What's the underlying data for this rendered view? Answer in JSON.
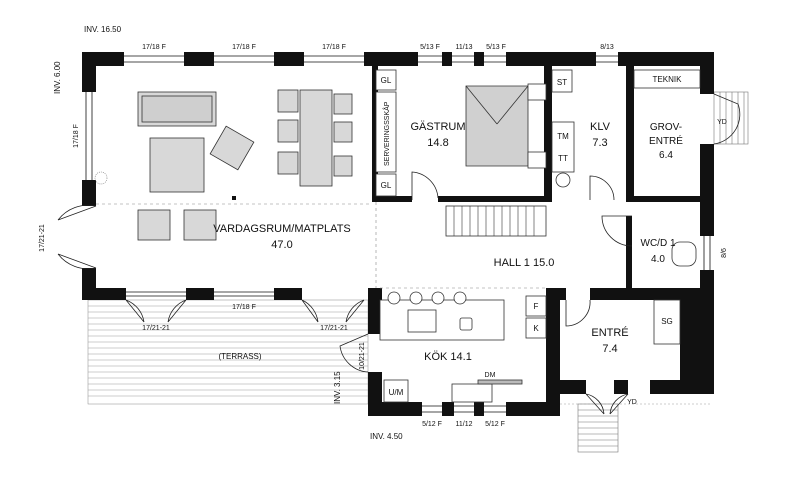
{
  "drawing": {
    "levels": {
      "top": "INV. 16.50",
      "left": "INV. 6.00",
      "bottom": "INV. 4.50",
      "terrace": "INV. 3.15"
    },
    "rooms": {
      "living": {
        "name": "VARDAGSRUM/MATPLATS",
        "area": "47.0"
      },
      "guest": {
        "name": "GÄSTRUM",
        "area": "14.8"
      },
      "closet": {
        "name": "KLV",
        "area": "7.3"
      },
      "utility": {
        "name": "GROV-",
        "name2": "ENTRÉ",
        "area": "6.4"
      },
      "technical": {
        "name": "TEKNIK"
      },
      "wc": {
        "name": "WC/D 1",
        "area": "4.0"
      },
      "hall": {
        "name": "HALL 1 15.0"
      },
      "kitchen": {
        "name": "KÖK 14.1"
      },
      "entry": {
        "name": "ENTRÉ",
        "area": "7.4"
      },
      "terrace": {
        "name": "(TERRASS)"
      }
    },
    "fixtures": {
      "gl_top": "GL",
      "gl_bottom": "GL",
      "serving": "SERVERINGSSKÅP",
      "st": "ST",
      "tm": "TM",
      "tt": "TT",
      "yd_utility": "YD",
      "yd_entry": "YD",
      "sg": "SG",
      "f": "F",
      "k": "K",
      "um": "U/M",
      "dm": "DM"
    },
    "window_labels": {
      "top1": "17/18 F",
      "top2": "17/18 F",
      "top3": "17/18 F",
      "top4": "5/13 F",
      "top5": "11/13",
      "top6": "5/13 F",
      "top7": "8/13",
      "left1": "17/18 F",
      "left_door": "17/21-21",
      "right1": "8/6",
      "liv_bottom": "17/18 F",
      "door1": "17/21-21",
      "door2": "17/21-21",
      "kit_door": "10/21-21",
      "bot1": "5/12 F",
      "bot2": "11/12",
      "bot3": "5/12 F"
    }
  }
}
